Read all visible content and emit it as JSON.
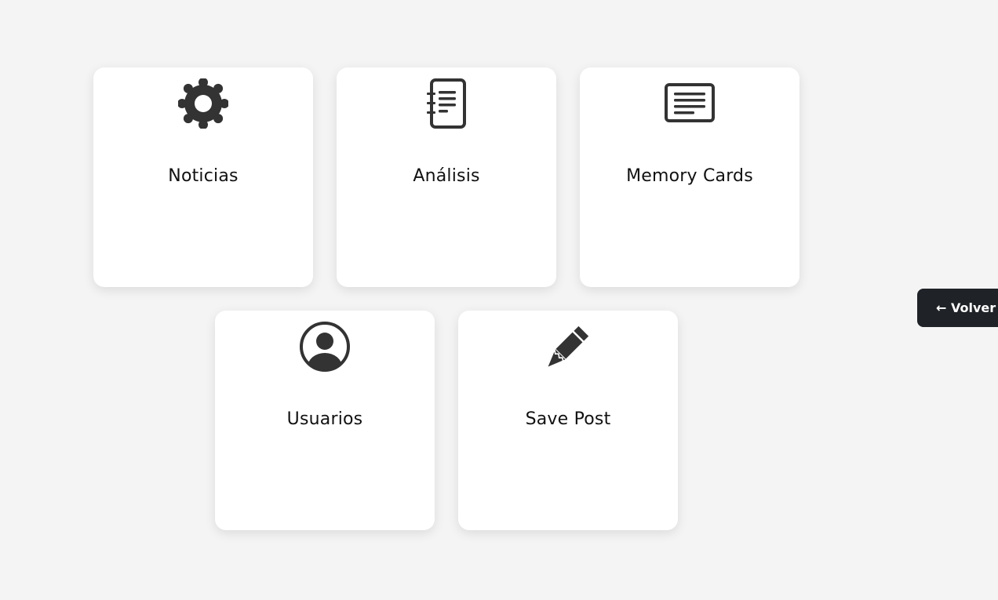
{
  "cards": [
    {
      "label": "Noticias",
      "icon": "gear-icon"
    },
    {
      "label": "Análisis",
      "icon": "notebook-icon"
    },
    {
      "label": "Memory Cards",
      "icon": "document-lines-icon"
    },
    {
      "label": "Usuarios",
      "icon": "user-circle-icon"
    },
    {
      "label": "Save Post",
      "icon": "pencil-icon"
    }
  ],
  "back_button": {
    "label": "← Volver a"
  },
  "colors": {
    "background": "#f4f4f4",
    "card": "#ffffff",
    "icon": "#333333",
    "button": "#1f2226",
    "button_text": "#ffffff"
  }
}
